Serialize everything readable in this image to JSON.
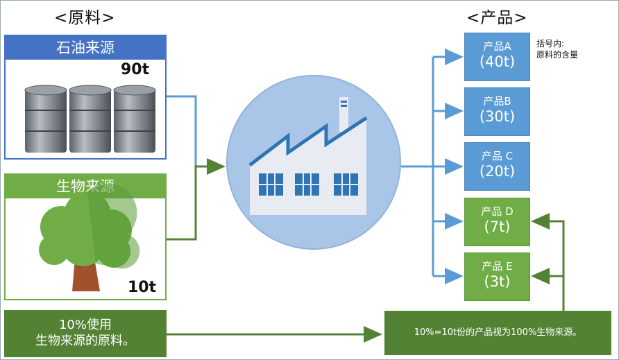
{
  "headers": {
    "materials": "<原料>",
    "products": "<产品>"
  },
  "petroleum": {
    "title": "石油来源",
    "amount": "90t"
  },
  "bio": {
    "title": "生物来源",
    "amount": "10t"
  },
  "products": [
    {
      "name": "产品A",
      "amount": "(40t)",
      "color": "#5b9bd5"
    },
    {
      "name": "产品B",
      "amount": "(30t)",
      "color": "#5b9bd5"
    },
    {
      "name": "产品 C",
      "amount": "(20t)",
      "color": "#5b9bd5"
    },
    {
      "name": "产品 D",
      "amount": "(7t)",
      "color": "#70ad47"
    },
    {
      "name": "产品 E",
      "amount": "(3t)",
      "color": "#70ad47"
    }
  ],
  "note": {
    "line1": "括号内:",
    "line2": "原料的含量"
  },
  "usage_box": {
    "line1": "10%使用",
    "line2": "生物来源的原料。"
  },
  "result_box": {
    "text": "10%=10t份的产品视为100%生物来源。"
  },
  "colors": {
    "petroleum": "#4472c4",
    "bio": "#70ad47",
    "flow_blue": "#5b9bd5",
    "flow_green": "#548235",
    "factory_circle": "#a9c6e8",
    "factory": "#e8ecf2",
    "factory_accent": "#2e75b6"
  }
}
